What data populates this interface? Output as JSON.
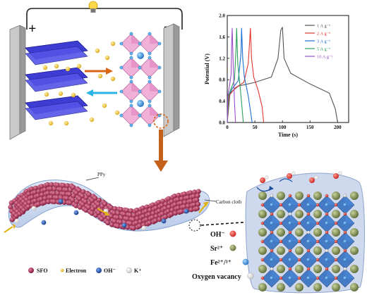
{
  "battery": {
    "plus_label": "+",
    "minus_label": "−"
  },
  "gcd_chart": {
    "ylabel": "Potential (V)",
    "xlabel": "Time (s)",
    "yticks": [
      "0.0",
      "0.4",
      "0.8",
      "1.2",
      "1.6",
      "2.0"
    ],
    "xticks": [
      "0",
      "50",
      "100",
      "150",
      "200"
    ]
  },
  "chart_data": {
    "type": "line",
    "xlabel": "Time (s)",
    "ylabel": "Potential (V)",
    "xlim": [
      0,
      220
    ],
    "ylim": [
      0.0,
      2.0
    ],
    "legend_position": "top-right",
    "series": [
      {
        "name": "1 A g⁻¹",
        "color": "#555555",
        "x": [
          0,
          5,
          20,
          50,
          80,
          92,
          97,
          100,
          103,
          115,
          150,
          185,
          196,
          200
        ],
        "y": [
          0.0,
          0.55,
          0.68,
          0.75,
          0.85,
          1.2,
          1.72,
          1.78,
          1.2,
          0.92,
          0.72,
          0.55,
          0.25,
          0.0
        ]
      },
      {
        "name": "2 A g⁻¹",
        "color": "#e3342f",
        "x": [
          0,
          3,
          15,
          30,
          38,
          41,
          42,
          44,
          48,
          56,
          63,
          66
        ],
        "y": [
          0.0,
          0.5,
          0.65,
          0.75,
          1.1,
          1.6,
          1.76,
          1.2,
          0.85,
          0.6,
          0.3,
          0.0
        ]
      },
      {
        "name": "3 A g⁻¹",
        "color": "#1f6fd1",
        "x": [
          0,
          2,
          10,
          20,
          25,
          26,
          28,
          31,
          38,
          43,
          45
        ],
        "y": [
          0.0,
          0.5,
          0.65,
          0.78,
          1.3,
          1.76,
          1.2,
          0.85,
          0.5,
          0.15,
          0.0
        ]
      },
      {
        "name": "5 A g⁻¹",
        "color": "#2ca05a",
        "x": [
          0,
          2,
          8,
          13,
          16,
          17,
          19,
          23,
          27,
          29
        ],
        "y": [
          0.0,
          0.5,
          0.66,
          0.8,
          1.4,
          1.76,
          1.1,
          0.7,
          0.25,
          0.0
        ]
      },
      {
        "name": "10 A g⁻¹",
        "color": "#9b4dca",
        "x": [
          0,
          1,
          4,
          7,
          8,
          9,
          11,
          13,
          15
        ],
        "y": [
          0.0,
          0.5,
          0.68,
          0.9,
          1.5,
          1.76,
          1.0,
          0.4,
          0.0
        ]
      }
    ]
  },
  "bottom_legend": {
    "sfo": "SFO",
    "electron": "Electron",
    "oh": "OH⁻",
    "k": "K⁺"
  },
  "labels": {
    "ppy": "PPy",
    "carbon_cloth": "Carbon cloth"
  },
  "ion_legend": {
    "oh": "OH⁻",
    "sr": "Sr²⁺",
    "fe": "Fe²⁺/³⁺",
    "vacancy": "Oxygen vacancy"
  },
  "colors": {
    "sfo": "#b03a5b",
    "electron": "#e0b31a",
    "oh": "#1f4fa8",
    "k": "#d9d9d9",
    "sr": "#7d8a55",
    "fe": "#3b8fdd",
    "arrow_orange": "#d9651a",
    "arrow_cyan": "#2ab3e6",
    "big_arrow": "#c5601a"
  }
}
